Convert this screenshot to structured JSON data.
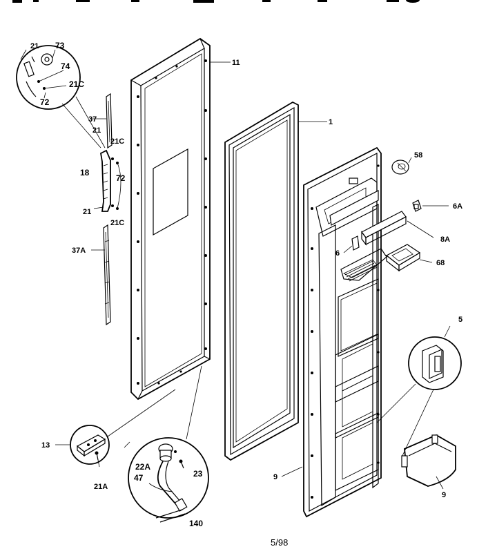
{
  "labels": {
    "p21_top": "21",
    "p73": "73",
    "p74": "74",
    "p21c_top": "21C",
    "p72_top": "72",
    "p37": "37",
    "p21_mid": "21",
    "p21c_mid": "21C",
    "p18": "18",
    "p72_mid": "72",
    "p21_low": "21",
    "p21c_low": "21C",
    "p37a": "37A",
    "p11": "11",
    "p1": "1",
    "p58": "58",
    "p6a": "6A",
    "p8a": "8A",
    "p6": "6",
    "p68": "68",
    "p5": "5",
    "p13": "13",
    "p21a": "21A",
    "p22a": "22A",
    "p47": "47",
    "p23": "23",
    "p140": "140",
    "p9_left": "9",
    "p9_right": "9"
  },
  "footer": {
    "date_code": "5/98"
  }
}
